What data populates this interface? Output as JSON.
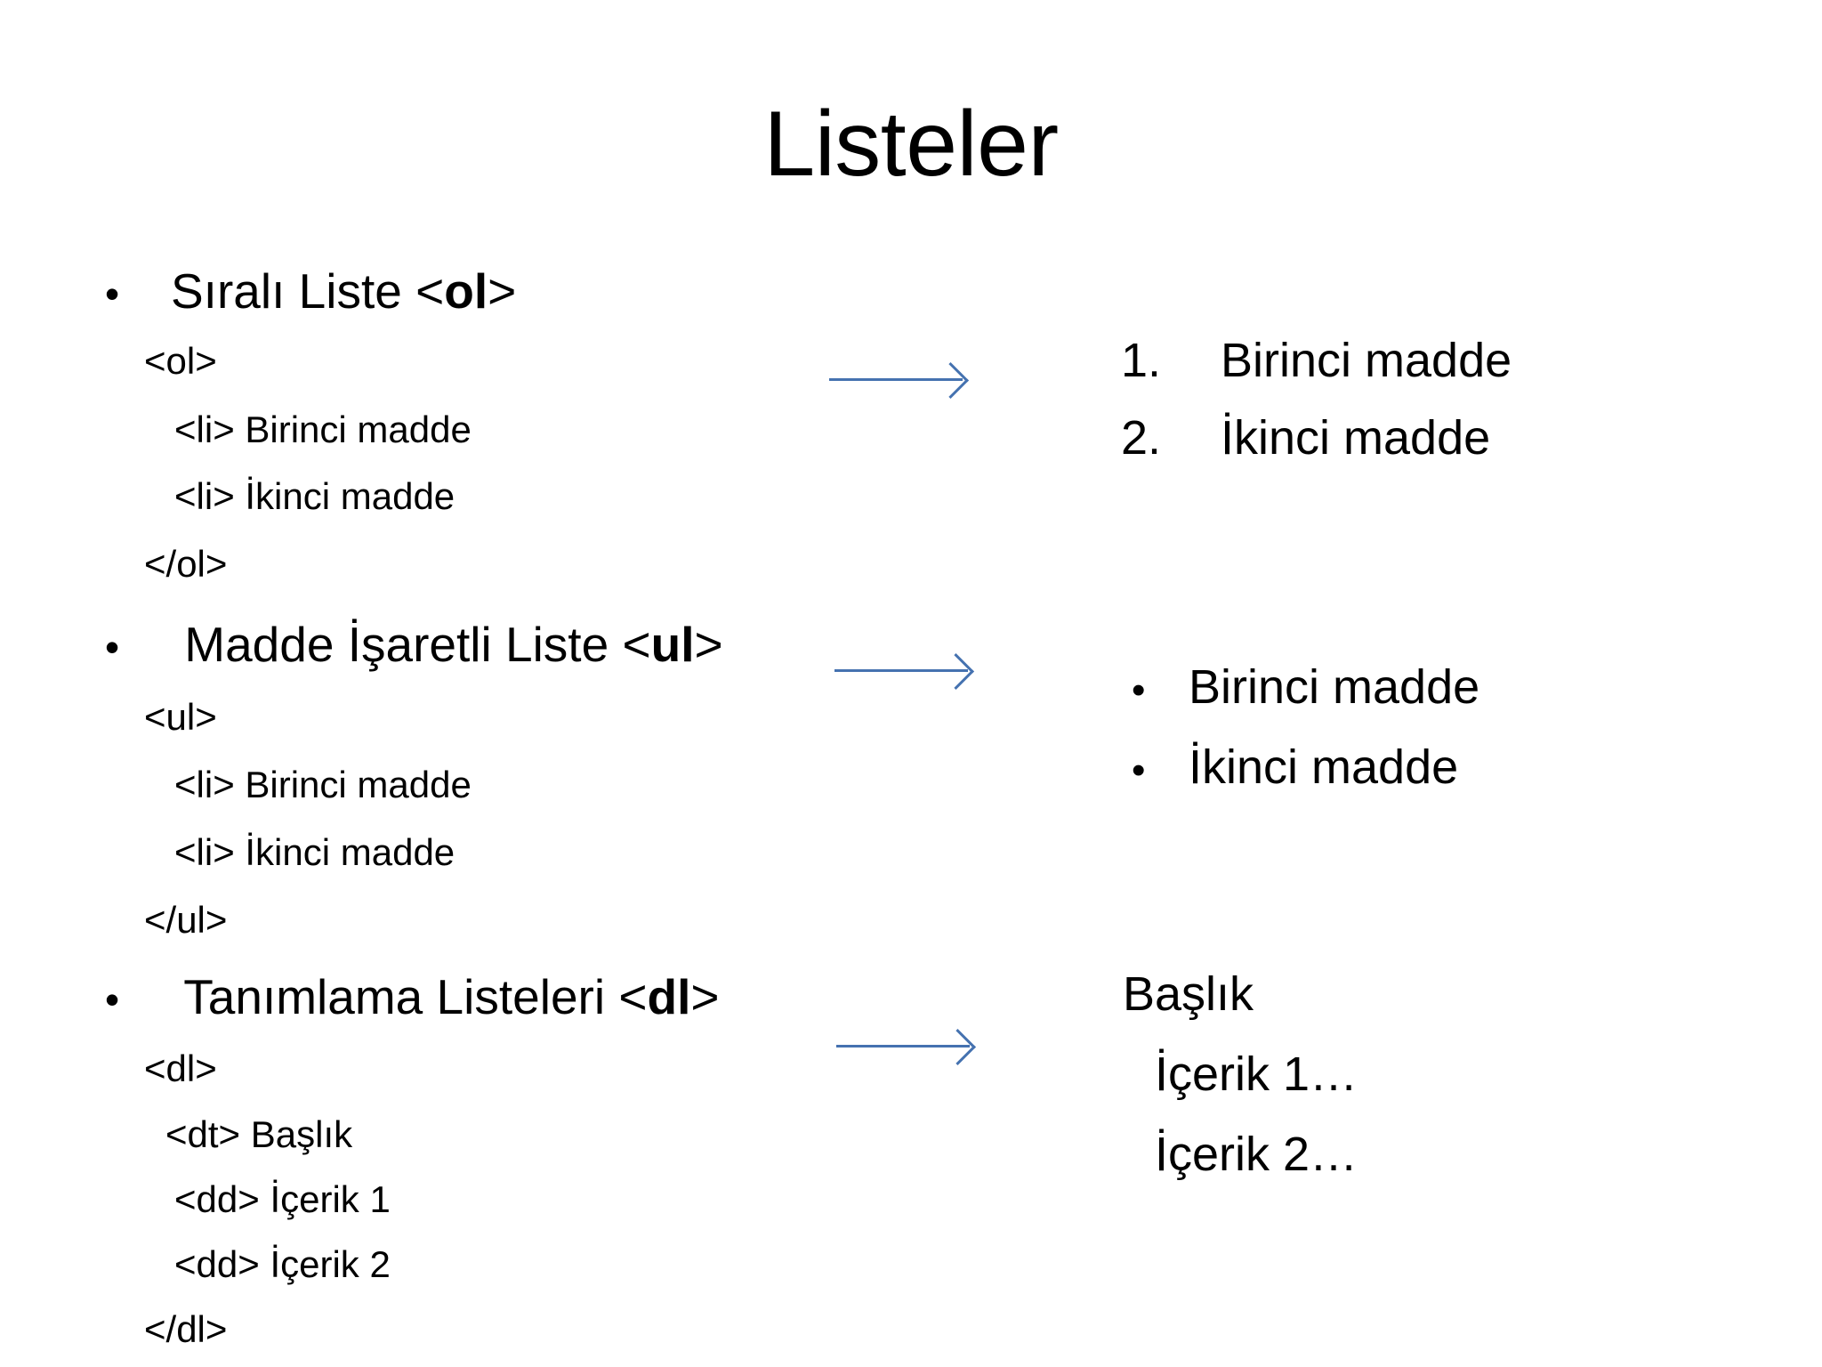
{
  "slide": {
    "title": "Listeler",
    "background_color": "#ffffff",
    "text_color": "#000000",
    "arrow_color": "#4572b0"
  },
  "sections": [
    {
      "heading": {
        "bullet": "•",
        "text": "Sıralı Liste ",
        "tag_open": "<",
        "tag_name": "ol",
        "tag_close": ">"
      },
      "code": [
        "<ol>",
        "<li> Birinci madde",
        "<li> İkinci madde",
        "</ol>"
      ],
      "arrow": "arrow-right-icon",
      "output": {
        "kind": "ordered",
        "items": [
          {
            "marker": "1.",
            "text": "Birinci madde"
          },
          {
            "marker": "2.",
            "text": "İkinci madde"
          }
        ]
      }
    },
    {
      "heading": {
        "bullet": "•",
        "text": " Madde İşaretli Liste ",
        "tag_open": "<",
        "tag_name": "ul",
        "tag_close": ">"
      },
      "code": [
        "<ul>",
        "<li> Birinci madde",
        "<li> İkinci madde",
        "</ul>"
      ],
      "arrow": "arrow-right-icon",
      "output": {
        "kind": "bulleted",
        "items": [
          {
            "marker": "•",
            "text": "Birinci madde"
          },
          {
            "marker": "•",
            "text": "İkinci madde"
          }
        ]
      }
    },
    {
      "heading": {
        "bullet": "•",
        "text": " Tanımlama Listeleri ",
        "tag_open": "<",
        "tag_name": "dl",
        "tag_close": ">"
      },
      "code": [
        "<dl>",
        "<dt> Başlık",
        "<dd> İçerik 1",
        "<dd> İçerik 2",
        "</dl>"
      ],
      "arrow": "arrow-right-icon",
      "output": {
        "kind": "definition",
        "term": "Başlık",
        "definitions": [
          "İçerik 1…",
          "İçerik 2…"
        ]
      }
    }
  ]
}
